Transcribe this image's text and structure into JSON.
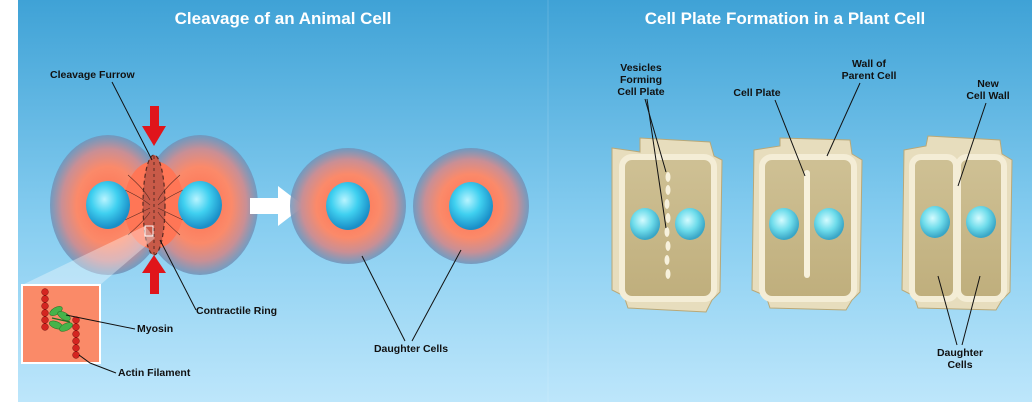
{
  "left_panel": {
    "title": "Cleavage of an Animal Cell",
    "labels": {
      "cleavage_furrow": "Cleavage Furrow",
      "contractile_ring": "Contractile Ring",
      "myosin": "Myosin",
      "actin_filament": "Actin Filament",
      "daughter_cells": "Daughter Cells"
    }
  },
  "right_panel": {
    "title": "Cell Plate Formation in a Plant Cell",
    "labels": {
      "vesicles_line1": "Vesicles",
      "vesicles_line2": "Forming",
      "vesicles_line3": "Cell Plate",
      "cell_plate": "Cell Plate",
      "wall_parent_line1": "Wall of",
      "wall_parent_line2": "Parent Cell",
      "new_wall_line1": "New",
      "new_wall_line2": "Cell Wall",
      "daughter_line1": "Daughter",
      "daughter_line2": "Cells"
    }
  },
  "colors": {
    "background_top": "#3fa2d6",
    "background_bottom": "#b9e4fb",
    "cytoplasm": "#ff7a5a",
    "nucleus": "#2ec3e8",
    "arrow": "#e0151b",
    "cell_wall": "#e8dfc0",
    "plant_cytoplasm": "#c9b98a"
  }
}
